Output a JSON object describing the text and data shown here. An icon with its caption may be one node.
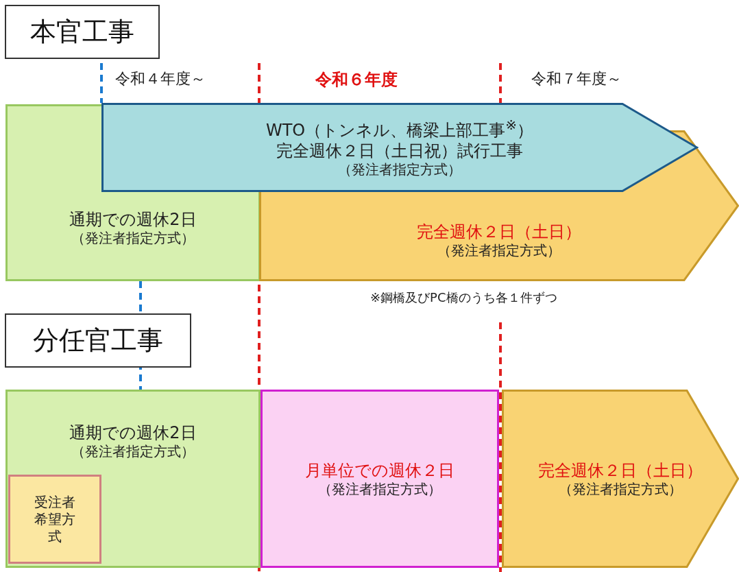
{
  "diagram": {
    "nodes": [
      {
        "text": [
          "本官工事"
        ]
      },
      {
        "text": [
          "通期での週休2日",
          "（発注者指定方式）"
        ]
      },
      {
        "text": [
          "完全週休２日（土日）",
          "（発注者指定方式）"
        ]
      },
      {
        "text": [
          "WTO（トンネル、橋梁上部工事$^{※}$）",
          "完全週休２日（土日祝）試行工事",
          "（発注者指定方式）"
        ]
      },
      {
        "text": [
          "分任官工事"
        ]
      },
      {
        "text": [
          "通期での週休2日",
          "（発注者指定方式）"
        ]
      },
      {
        "text": [
          "受注者希望方式"
        ],
        "in": 5
      },
      {
        "text": [
          "月単位での週休２日",
          "（発注者指定方式）"
        ]
      },
      {
        "text": [
          "完全週休２日（土日）",
          "（発注者指定方式）"
        ]
      }
    ],
    "labels": [
      "令和４年度～",
      "令和６年度",
      "令和７年度～",
      "※鋼橋及びPC橋のうち各１件ずつ"
    ]
  }
}
